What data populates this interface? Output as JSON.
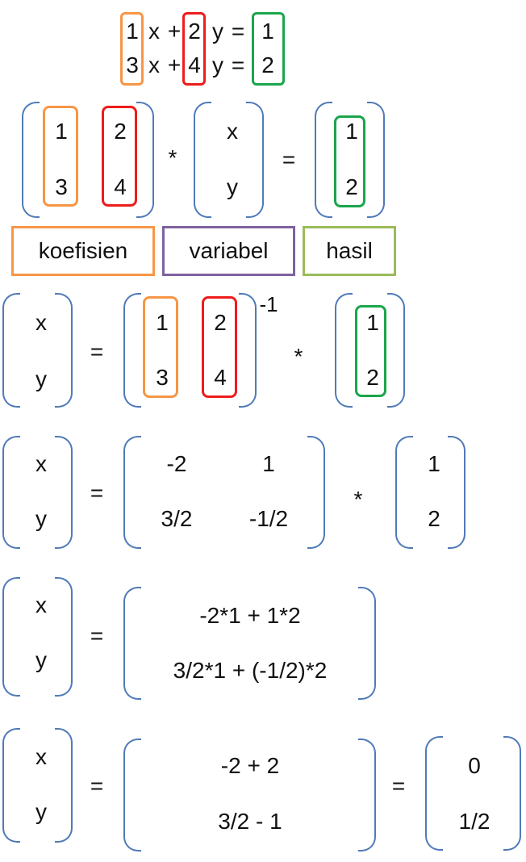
{
  "equations": {
    "line1": {
      "a": "1",
      "x": "x",
      "plus": "+",
      "b": "2",
      "y": "y",
      "eq": "=",
      "c": "1"
    },
    "line2": {
      "a": "3",
      "x": "x",
      "plus": "+",
      "b": "4",
      "y": "y",
      "eq": "=",
      "c": "2"
    }
  },
  "matrix_form": {
    "coef": [
      "1",
      "2",
      "3",
      "4"
    ],
    "op_times": "*",
    "vars": [
      "x",
      "y"
    ],
    "op_eq": "=",
    "result": [
      "1",
      "2"
    ]
  },
  "legend": {
    "coefficient": "koefisien",
    "variable": "variabel",
    "result": "hasil"
  },
  "step1": {
    "lhs": [
      "x",
      "y"
    ],
    "eq": "=",
    "coef": [
      "1",
      "2",
      "3",
      "4"
    ],
    "inverse_exp": "-1",
    "times": "*",
    "rhs": [
      "1",
      "2"
    ]
  },
  "step2": {
    "lhs": [
      "x",
      "y"
    ],
    "eq": "=",
    "inverse": [
      "-2",
      "1",
      "3/2",
      "-1/2"
    ],
    "times": "*",
    "rhs": [
      "1",
      "2"
    ]
  },
  "step3": {
    "lhs": [
      "x",
      "y"
    ],
    "eq": "=",
    "rows": [
      "-2*1 + 1*2",
      "3/2*1 + (-1/2)*2"
    ]
  },
  "step4": {
    "lhs": [
      "x",
      "y"
    ],
    "eq": "=",
    "rows": [
      "-2 + 2",
      "3/2 - 1"
    ],
    "eq2": "=",
    "result": [
      "0",
      "1/2"
    ]
  },
  "colors": {
    "coefficient_col1": "#f79646",
    "coefficient_col2": "#ee1c1c",
    "result": "#1aa64b",
    "variable": "#7f62a1",
    "legend_result": "#9bbb59",
    "bracket": "#4f7ab8"
  }
}
